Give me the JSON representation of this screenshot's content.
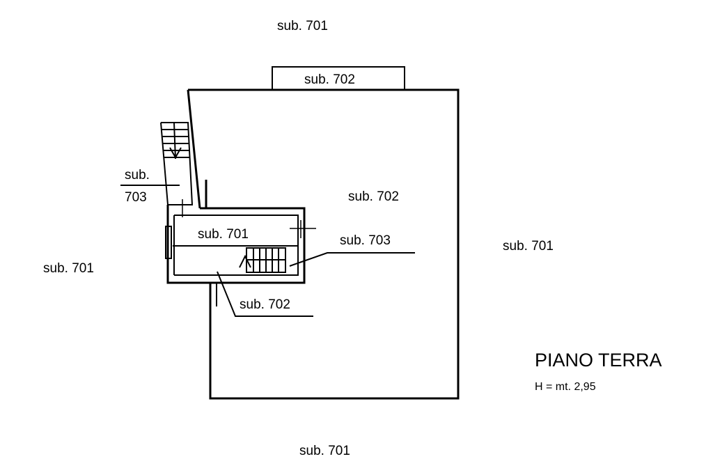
{
  "labels": {
    "sub_701_top": "sub.  701",
    "sub_702_porch": "sub.  702",
    "sub_703_left_line1": "sub.",
    "sub_703_left_line2": "703",
    "sub_702_main": "sub.  702",
    "sub_701_inner": "sub.  701",
    "sub_703_stair": "sub.  703",
    "sub_701_right": "sub.  701",
    "sub_701_left": "sub.  701",
    "sub_702_lower": "sub.  702",
    "sub_701_bottom": "sub.  701"
  },
  "floor_title": "PIANO TERRA",
  "floor_height": "H = mt. 2,95",
  "colors": {
    "ink": "#000000",
    "paper": "#ffffff"
  }
}
